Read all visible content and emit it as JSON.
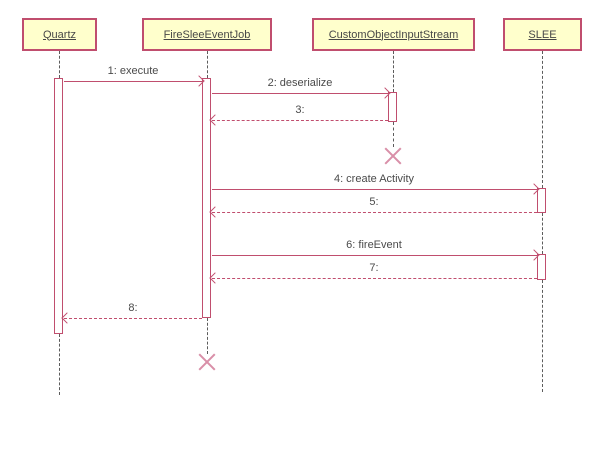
{
  "diagram": {
    "type": "uml-sequence-diagram",
    "lifelines": [
      {
        "name": "Quartz",
        "destroyed": false
      },
      {
        "name": "FireSleeEventJob",
        "destroyed": true
      },
      {
        "name": "CustomObjectInputStream",
        "destroyed": true
      },
      {
        "name": "SLEE",
        "destroyed": false
      }
    ],
    "messages": [
      {
        "label": "1: execute",
        "from": "Quartz",
        "to": "FireSleeEventJob",
        "kind": "call"
      },
      {
        "label": "2: deserialize",
        "from": "FireSleeEventJob",
        "to": "CustomObjectInputStream",
        "kind": "call"
      },
      {
        "label": "3:",
        "from": "CustomObjectInputStream",
        "to": "FireSleeEventJob",
        "kind": "return"
      },
      {
        "label": "4: create Activity",
        "from": "FireSleeEventJob",
        "to": "SLEE",
        "kind": "call"
      },
      {
        "label": "5:",
        "from": "SLEE",
        "to": "FireSleeEventJob",
        "kind": "return"
      },
      {
        "label": "6: fireEvent",
        "from": "FireSleeEventJob",
        "to": "SLEE",
        "kind": "call"
      },
      {
        "label": "7:",
        "from": "SLEE",
        "to": "FireSleeEventJob",
        "kind": "return"
      },
      {
        "label": "8:",
        "from": "FireSleeEventJob",
        "to": "Quartz",
        "kind": "return"
      }
    ],
    "colors": {
      "box_fill": "#FFFFCC",
      "stroke": "#C04E6E",
      "destroy_mark": "#D98FA8",
      "lifeline": "#5C5C5C",
      "text": "#4A4A4A"
    }
  }
}
